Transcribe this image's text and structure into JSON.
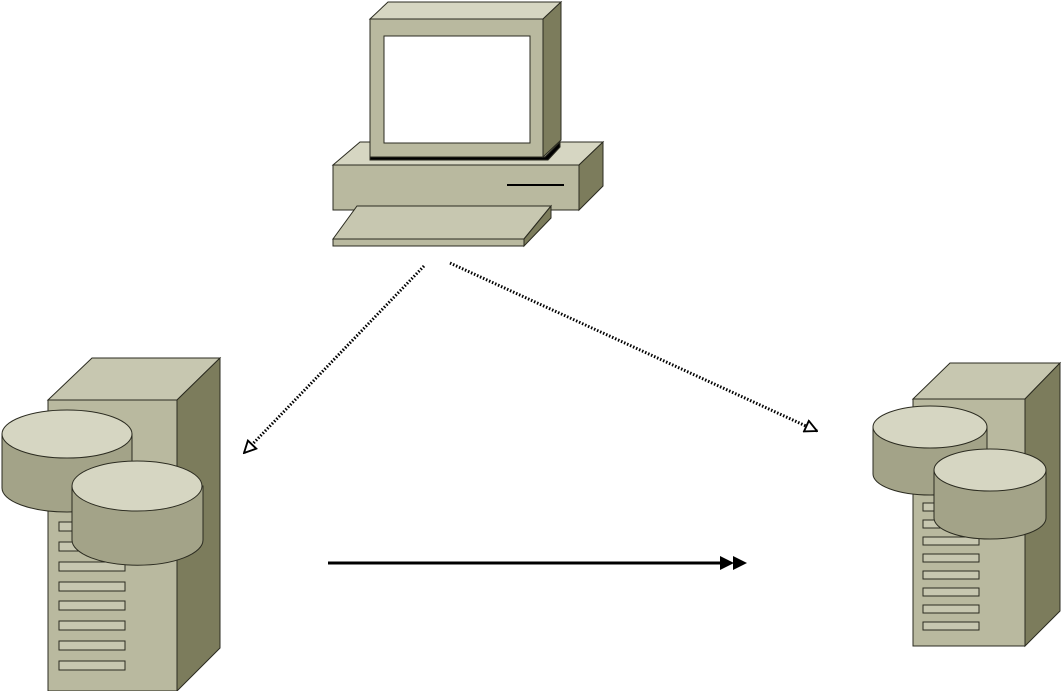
{
  "diagram": {
    "nodes": [
      {
        "id": "workstation",
        "icon": "desktop-computer-icon"
      },
      {
        "id": "server-left",
        "icon": "database-server-icon"
      },
      {
        "id": "server-right",
        "icon": "database-server-icon"
      }
    ],
    "edges": [
      {
        "from": "workstation",
        "to": "server-left",
        "style": "dotted",
        "head": "open-triangle"
      },
      {
        "from": "workstation",
        "to": "server-right",
        "style": "dotted",
        "head": "open-triangle"
      },
      {
        "from": "server-left",
        "to": "server-right",
        "style": "solid",
        "head": "double-filled"
      }
    ]
  },
  "colors": {
    "background": "#ffffff",
    "face_light": "#d6d6c2",
    "face_mid": "#b9b99f",
    "face_dark": "#a3a388",
    "face_shadow": "#7c7c5c",
    "outline": "#2b2b20",
    "screen": "#ffffff",
    "arrow": "#000000"
  }
}
